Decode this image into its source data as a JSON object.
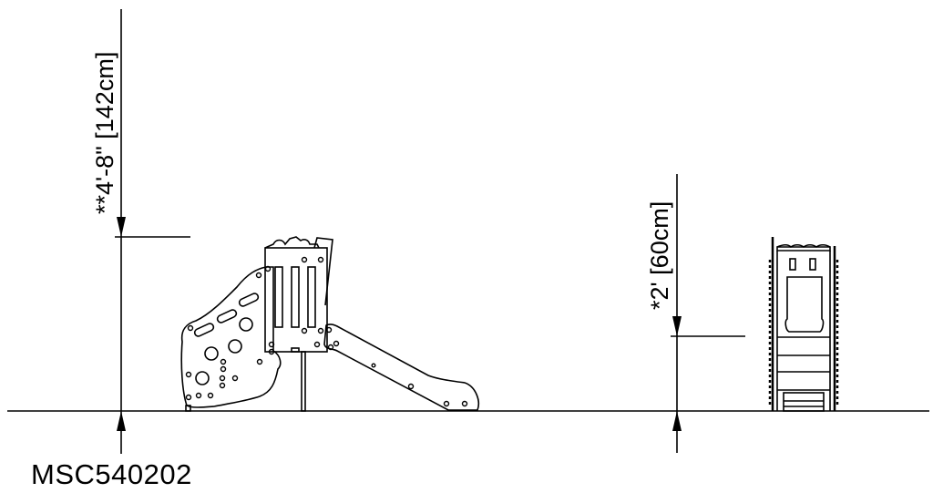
{
  "drawing": {
    "model_number": "MSC540202",
    "dimensions": {
      "fall_height_label": "**4'-8\" [142cm]",
      "platform_height_label": "*2' [60cm]"
    },
    "views": [
      "side-elevation",
      "front-elevation"
    ],
    "colors": {
      "line": "#000000",
      "background": "#ffffff"
    }
  }
}
